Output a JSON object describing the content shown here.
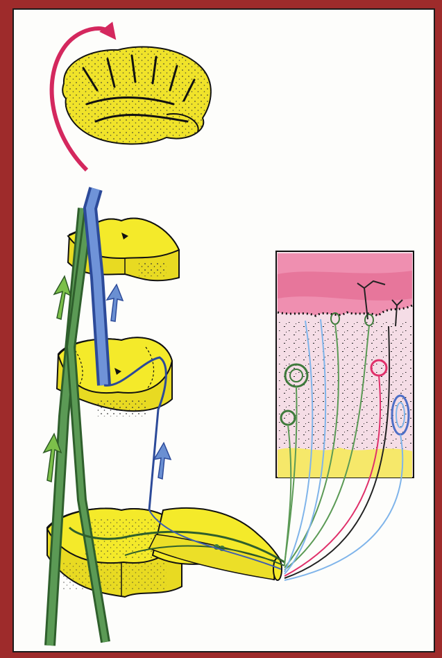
{
  "diagram": {
    "colors": {
      "frame": "#9e2b2b",
      "paper": "#fdfdfb",
      "spinal_cord": "#f4ea2a",
      "brain": "#f0e32a",
      "dorsal_column_tract": "#3f7a3c",
      "spinothalamic_tract": "#4f6fc6",
      "arrow_magenta": "#d4285e",
      "arrow_green": "#7cc04a",
      "arrow_blue": "#6a8fd2",
      "epidermis": "#ef8fb0",
      "dermis": "#f5dde6",
      "subcutis": "#f6e86a",
      "fiber_pink": "#e0306a",
      "fiber_lightblue": "#7fb4ea",
      "fiber_black": "#222222"
    },
    "components": [
      "brain",
      "curved-arrow",
      "upper-spinal-segment",
      "middle-spinal-segment",
      "lower-spinal-segment",
      "dorsal-column-tract",
      "spinothalamic-tract",
      "spinal-nerve",
      "skin-section",
      "skin-receptors",
      "ascending-arrows"
    ]
  }
}
